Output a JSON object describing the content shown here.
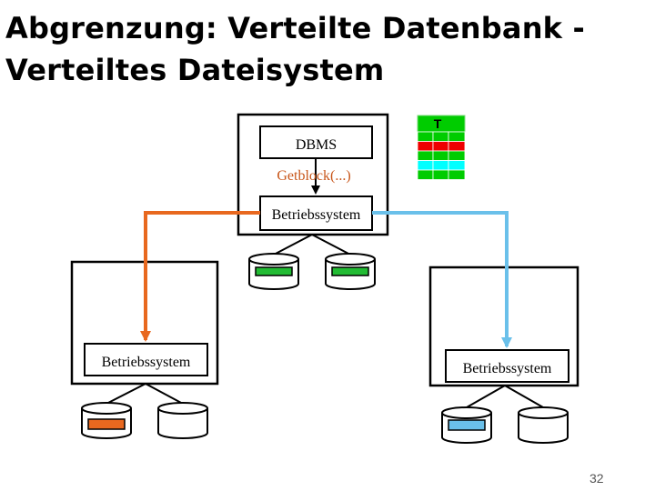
{
  "slide": {
    "title_line1": "Abgrenzung: Verteilte Datenbank -",
    "title_line2": "Verteiltes Dateisystem",
    "page_number": "32"
  },
  "server": {
    "dbms_label": "DBMS",
    "call_label": "Getblock(...)",
    "os_label": "Betriebssystem"
  },
  "left_node": {
    "os_label": "Betriebssystem",
    "highlight_color": "#e8681f"
  },
  "right_node": {
    "os_label": "Betriebssystem",
    "highlight_color": "#6ac0ea"
  },
  "table": {
    "header": "T",
    "row_colors": [
      "#00cc00",
      "#ee0000",
      "#00cc00",
      "#00ffff",
      "#00cc00"
    ]
  },
  "colors": {
    "orange_link": "#e8681f",
    "blue_link": "#6ac0ea",
    "disk_green": "#22bb33",
    "call_text": "#c8561a"
  },
  "icons": {
    "disk": "disk-icon",
    "table": "table-icon"
  }
}
